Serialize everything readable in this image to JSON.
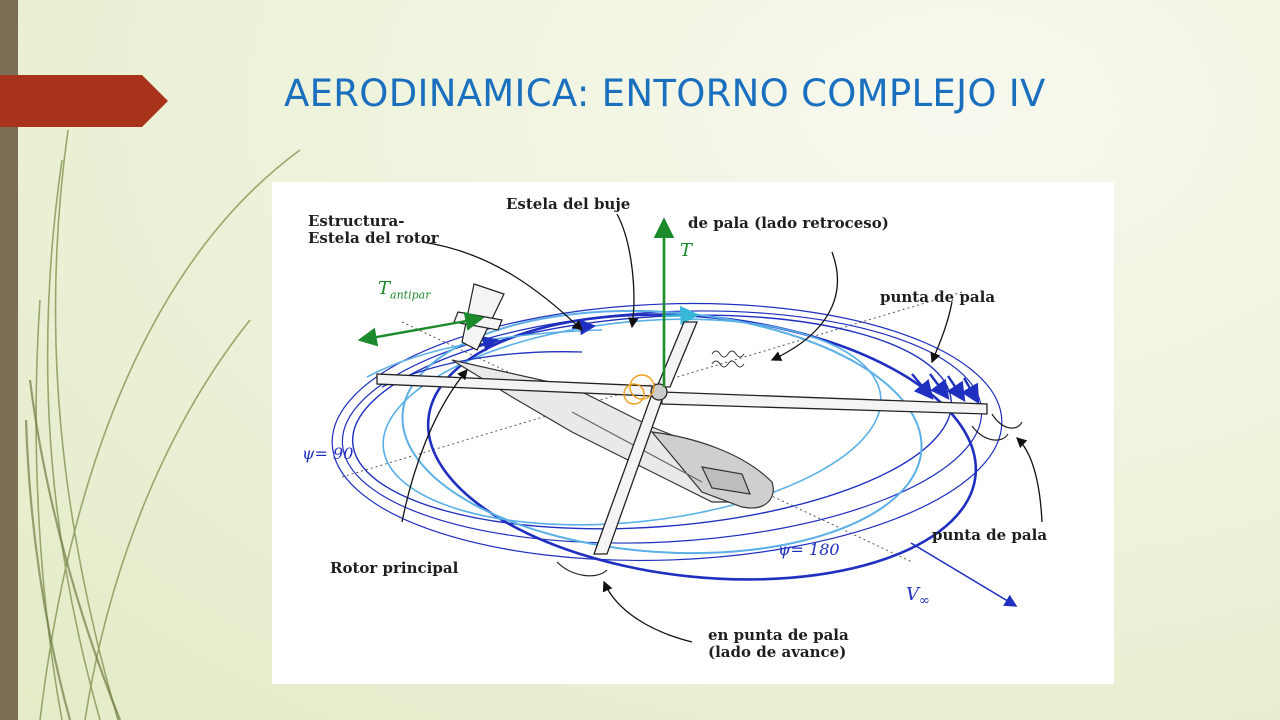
{
  "slide": {
    "title": "AERODINAMICA: ENTORNO COMPLEJO IV"
  },
  "colors": {
    "title": "#1a6fbf",
    "title_arrow": "#a8321a",
    "left_bar": "#7a6e55",
    "wake_dark_blue": "#1f2fbf",
    "wake_light_blue": "#5ab0e6",
    "thrust_green": "#1a8a2a",
    "hub_orange": "#f0a020"
  },
  "diagram": {
    "labels": {
      "estructura_estela": [
        "Estructura-",
        "Estela del rotor"
      ],
      "estela_buje": "Estela del buje",
      "de_pala_retroceso": "de pala (lado retroceso)",
      "punta_pala_top": "punta de pala",
      "punta_pala_bottom": "punta de pala",
      "rotor_principal": "Rotor principal",
      "en_punta_pala": [
        "en punta de pala",
        "(lado de avance)"
      ]
    },
    "math": {
      "thrust": "T",
      "tail_thrust": "T",
      "tail_thrust_sub": "antipar",
      "psi_90": "ψ= 90",
      "psi_180": "ψ= 180",
      "v_inf": "V",
      "v_inf_sub": "∞"
    }
  }
}
